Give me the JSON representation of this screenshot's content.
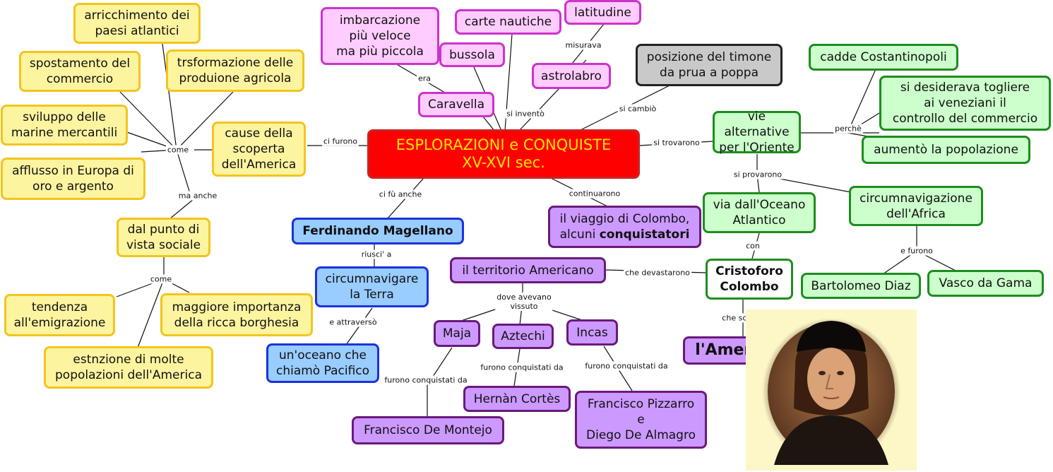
{
  "colors": {
    "yellow_fill": "#fdf4a0",
    "yellow_border": "#f2c51e",
    "pink_fill": "#ffccff",
    "pink_border": "#cc33cc",
    "green_fill": "#ccffcc",
    "green_border": "#1f8c1f",
    "blue_fill": "#99ccff",
    "blue_border": "#1a33dd",
    "violet_fill": "#cc99ff",
    "violet_border": "#6a1a7a",
    "center_fill": "#ff0000",
    "center_text": "#ffe400"
  },
  "center": "ESPLORAZIONI e CONQUISTE\nXV-XVI sec.",
  "yellow": {
    "arricchimento": "arricchimento dei\npaesi atlantici",
    "spostamento": "spostamento del\ncommercio",
    "trasformazione": "trsformazione delle\nproduione agricola",
    "sviluppo": "sviluppo delle\nmarine mercantili",
    "cause": "cause della\nscoperta\ndell'America",
    "afflusso": "afflusso in Europa di\noro e argento",
    "punto_vista": "dal punto di\nvista sociale",
    "tendenza": "tendenza\nall'emigrazione",
    "borghesia": "maggiore importanza\ndella ricca borghesia",
    "estinzione": "estnzione di molte\npopolazioni dell'America"
  },
  "pink": {
    "imbarcazione": "imbarcazione\npiù veloce\nma più piccola",
    "carte": "carte nautiche",
    "latitudine": "latitudine",
    "bussola": "bussola",
    "astrolabro": "astrolabro",
    "caravella": "Caravella"
  },
  "gray": {
    "timone": "posizione del timone\nda prua a poppa"
  },
  "green": {
    "costantinopoli": "cadde Costantinopoli",
    "veneziani": "si desiderava togliere\nai veneziani il\ncontrollo del commercio",
    "vie": "vie alternative\nper l'Oriente",
    "popolazione": "aumentò la popolazione",
    "oceano": "via dall'Oceano\nAtlantico",
    "circumnavigazione": "circumnavigazione\ndell'Africa",
    "colombo": "Cristoforo\nColombo",
    "diaz": "Bartolomeo Diaz",
    "gama": "Vasco da Gama"
  },
  "blue": {
    "magellano": "Ferdinando Magellano",
    "terra": "circumnavigare\nla Terra",
    "pacifico": "un'oceano che\nchiamò Pacifico"
  },
  "violet": {
    "viaggio_1": "il viaggio di Colombo,\nalcuni ",
    "viaggio_2": "conquistatori",
    "territorio": "il territorio Americano",
    "maja": "Maja",
    "aztechi": "Aztechi",
    "incas": "Incas",
    "america": "l'America",
    "cortes": "Hernàn Cortès",
    "pizzarro": "Francisco Pizzarro\ne\nDiego De Almagro",
    "montejo": "Francisco De Montejo"
  },
  "labels": {
    "era": "era",
    "misurava": "misurava",
    "si_invento": "si inventò",
    "si_cambio": "si cambiò",
    "ci_furono": "ci furono",
    "si_trovarono": "si trovarono",
    "perche": "perchè",
    "come1": "come",
    "ma_anche": "ma anche",
    "come2": "come",
    "ci_fu_anche": "ci fù anche",
    "continuarono": "continuarono",
    "si_provarono": "si provarono",
    "con": "con",
    "e_furono": "e furono",
    "riusci_a": "riusci' a",
    "e_attraverso": "e attraversò",
    "che_devastarono": "che devastarono",
    "dove_avevano": "dove avevano\nvissuto",
    "che_scopri": "che scopri'",
    "conq_maja": "furono conquistati da",
    "conq_aztechi": "furono conquistati da",
    "conq_incas": "furono conquistati da"
  }
}
